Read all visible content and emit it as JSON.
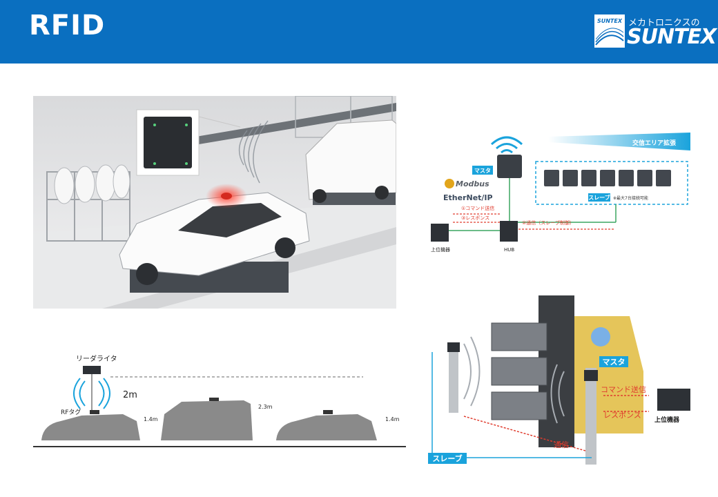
{
  "header": {
    "title": "RFID",
    "logo_tagline": "メカトロニクスの",
    "logo_word": "SUNTEX",
    "logo_badge": "SUNTEX"
  },
  "diagram_network": {
    "area_label": "交信エリア拡張",
    "master_label": "マスタ",
    "modbus_label": "Modbus",
    "ethernet_label": "EtherNet/IP",
    "cmd_label": "①コマンド送信",
    "response_label": "③レスポンス",
    "comm_label": "②通信（スレーブ制御）",
    "slave_label": "スレーブ",
    "slave_note": "※最大7台接続可能",
    "host_label": "上位機器",
    "hub_label": "HUB"
  },
  "diagram_heights": {
    "reader_label": "リーダライタ",
    "distance_label": "2m",
    "tag_label": "RFタグ",
    "h1_label": "1.4m",
    "h2_label": "2.3m",
    "h3_label": "1.4m"
  },
  "diagram_forklift": {
    "master_label": "マスタ",
    "cmd_label": "コマンド送信",
    "response_label": "レスポンス",
    "host_label": "上位機器",
    "comm_label": "通信",
    "slave_label": "スレーブ"
  },
  "colors": {
    "header_bg": "#0a6fc0",
    "label_blue": "#1aa3dc",
    "arrow_red": "#e03c2e",
    "car_gray": "#8a8a8a"
  }
}
